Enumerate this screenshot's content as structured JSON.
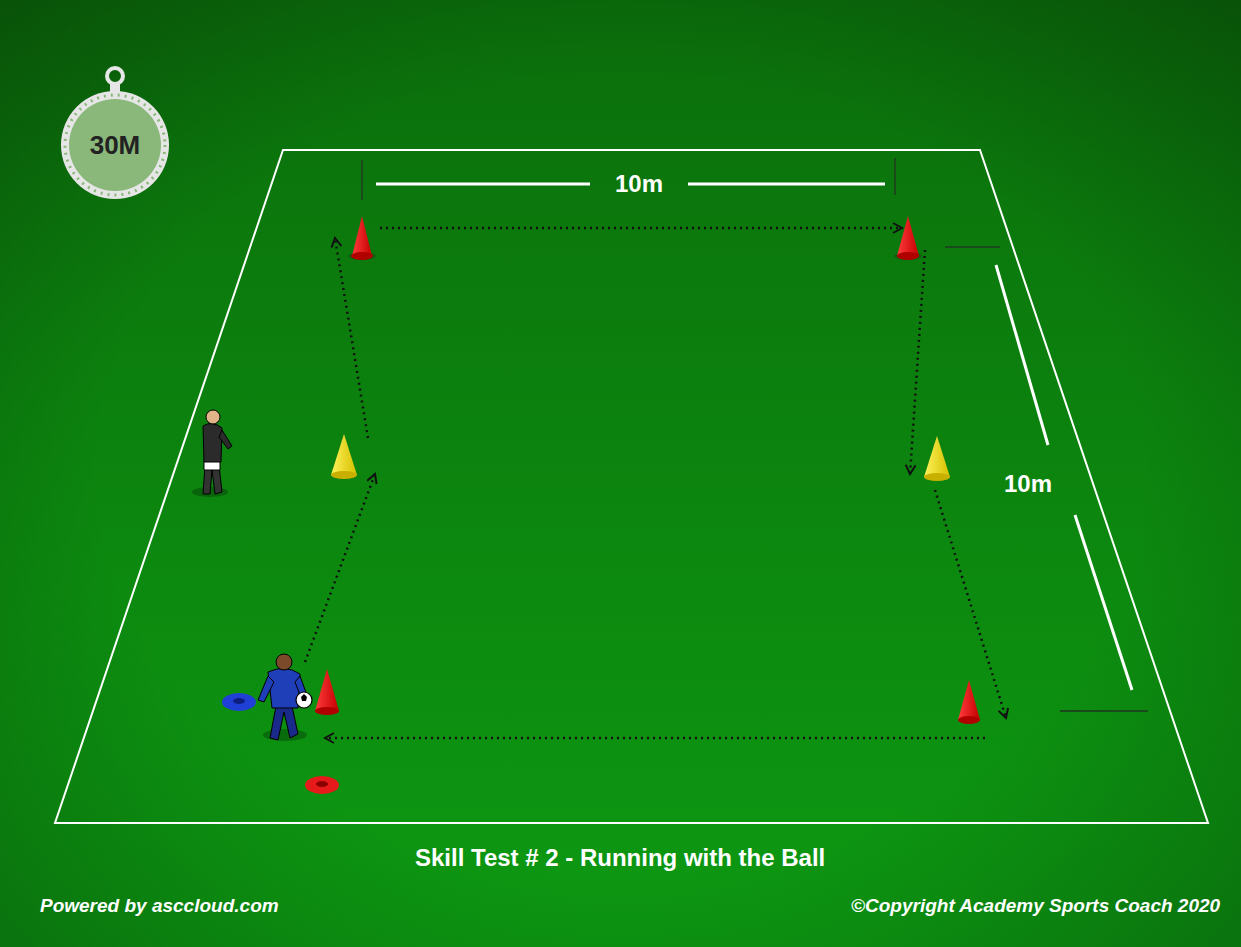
{
  "diagram": {
    "caption": "Skill Test # 2 - Running with the Ball",
    "nodes": [
      {
        "text": [
          "30M"
        ]
      }
    ],
    "labels": [
      "10m",
      "10m",
      "Powered by asccloud.com",
      "©Copyright Academy Sports Coach 2020"
    ]
  }
}
